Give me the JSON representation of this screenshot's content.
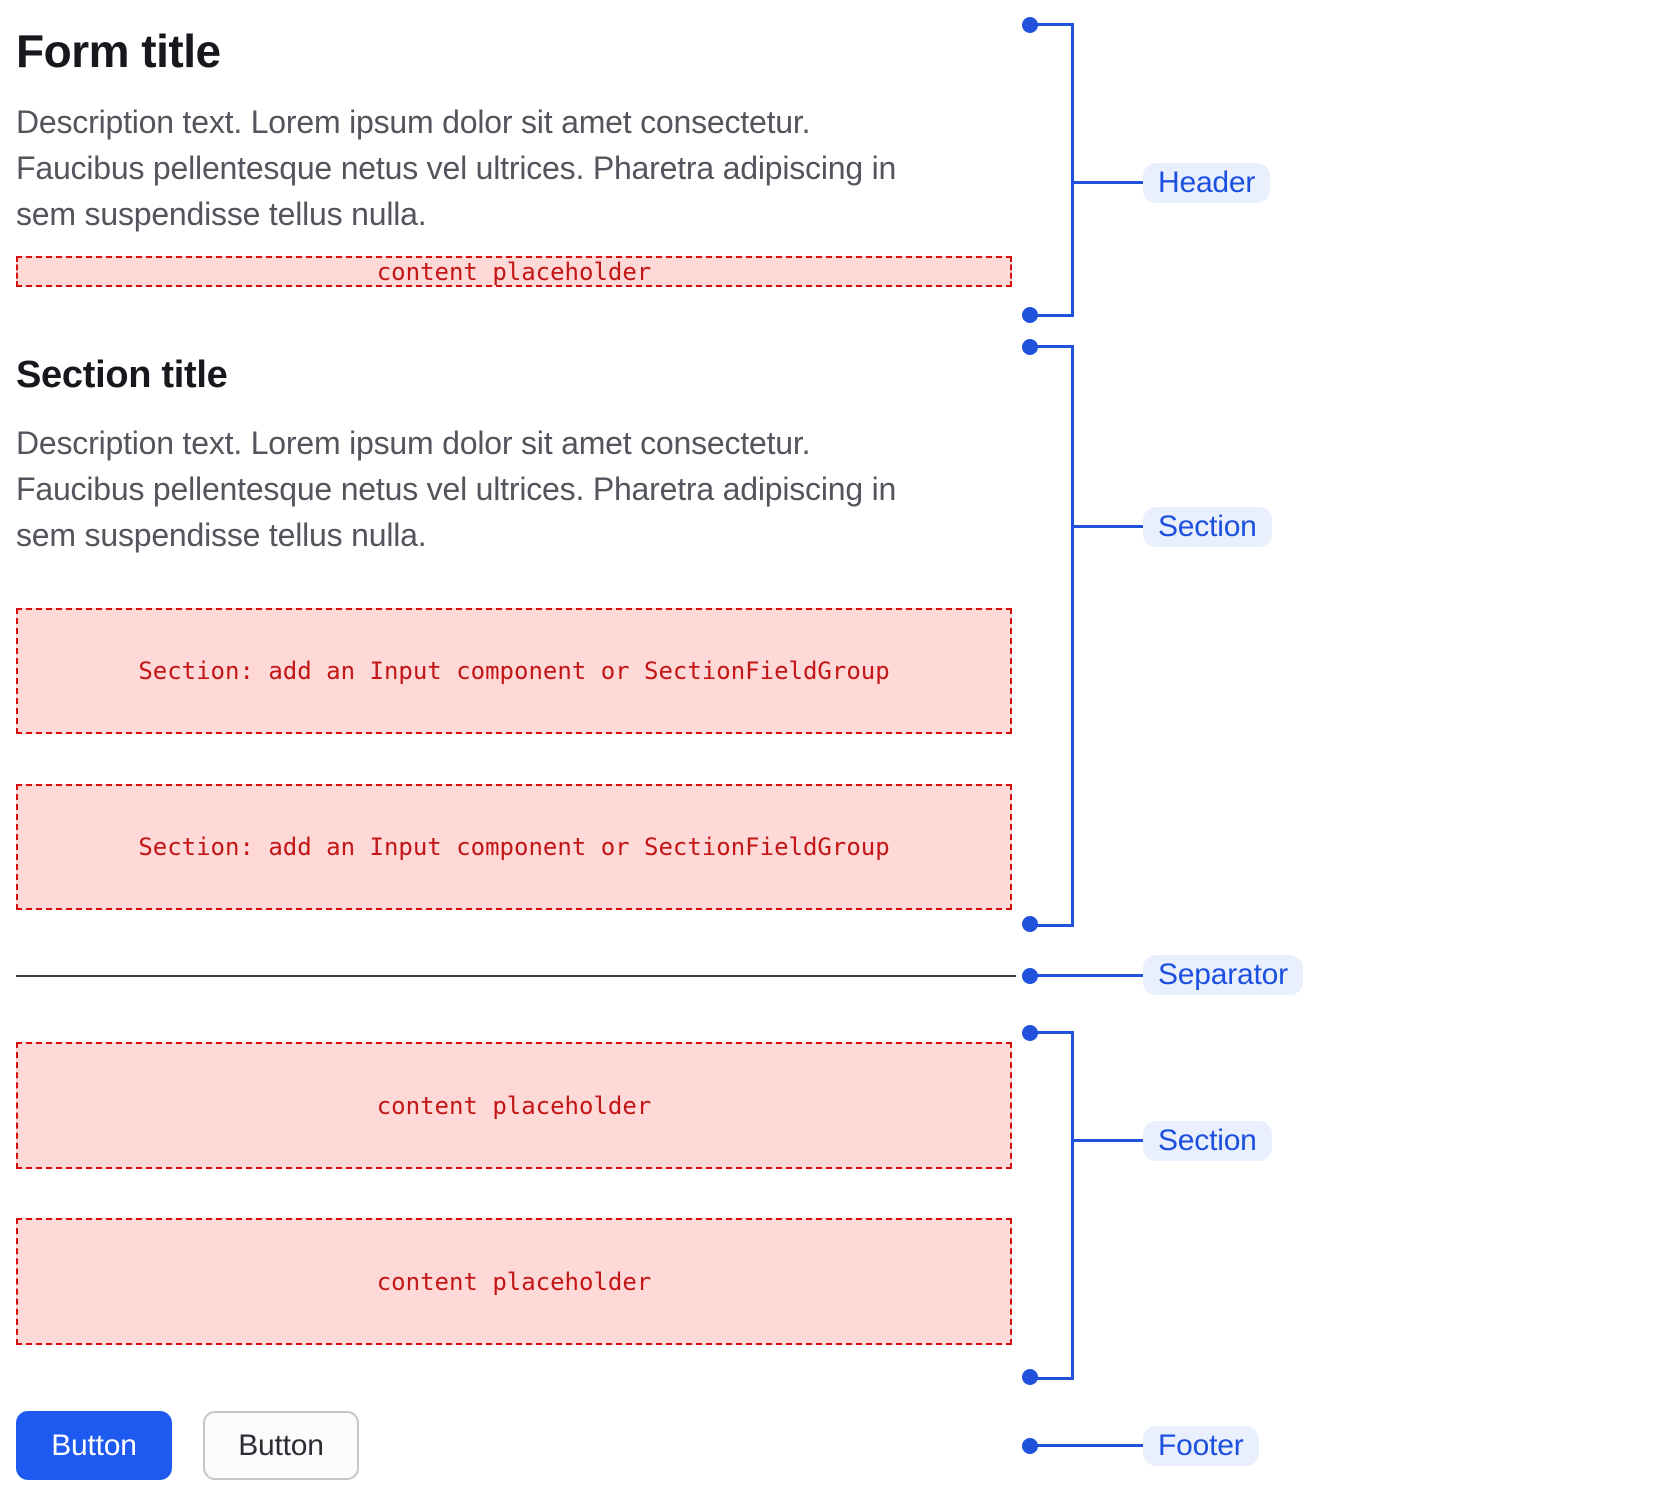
{
  "colors": {
    "page_bg": "#ffffff",
    "title_color": "#17181d",
    "description_color": "#53555d",
    "placeholder_bg": "#ffd8d8",
    "placeholder_border": "#d60d0d",
    "placeholder_text": "#c31616",
    "separator_color": "#3a3e48",
    "accent_line": "#2152dc",
    "label_bg": "#e9effd",
    "label_text": "#1c50df",
    "button_primary_bg": "#1e59f0",
    "button_primary_text": "#ffffff",
    "button_secondary_bg": "#fcfcfc",
    "button_secondary_border": "#c5c6c9",
    "button_secondary_text": "#2a2d34"
  },
  "header": {
    "title": "Form title",
    "description_lines": [
      "Description text. Lorem ipsum dolor sit amet consectetur.",
      "Faucibus pellentesque netus vel ultrices. Pharetra adipiscing in",
      "sem suspendisse tellus nulla."
    ],
    "placeholder": "content placeholder"
  },
  "section1": {
    "title": "Section title",
    "description_lines": [
      "Description text. Lorem ipsum dolor sit amet consectetur.",
      "Faucibus pellentesque netus vel ultrices. Pharetra adipiscing in",
      "sem suspendisse tellus nulla."
    ],
    "placeholders": [
      "Section: add an Input component or SectionFieldGroup",
      "Section: add an Input component or SectionFieldGroup"
    ]
  },
  "section2": {
    "placeholders": [
      "content placeholder",
      "content placeholder"
    ]
  },
  "footer": {
    "buttons": [
      {
        "label": "Button",
        "variant": "primary"
      },
      {
        "label": "Button",
        "variant": "secondary"
      }
    ]
  },
  "annotations": {
    "header": {
      "label": "Header"
    },
    "section1": {
      "label": "Section"
    },
    "separator": {
      "label": "Separator"
    },
    "section2": {
      "label": "Section"
    },
    "footer": {
      "label": "Footer"
    }
  }
}
